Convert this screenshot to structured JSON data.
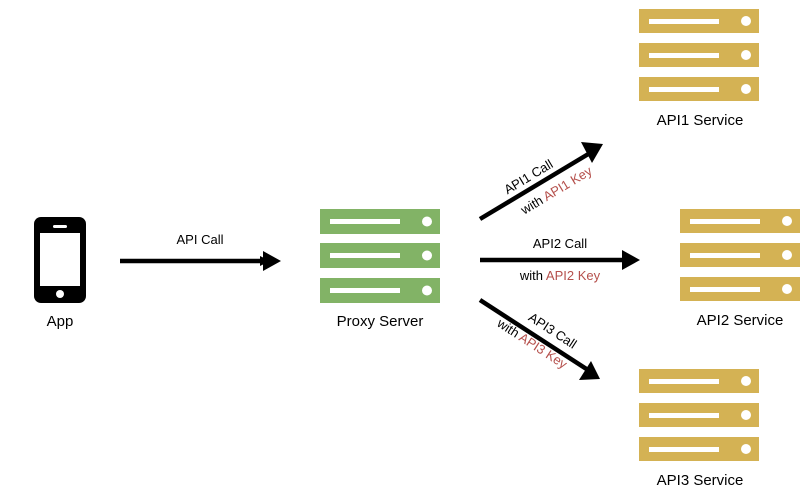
{
  "colors": {
    "proxy": "#82b366",
    "api": "#d4b254",
    "arrow": "#000000",
    "key_text": "#b5504c"
  },
  "nodes": {
    "app": {
      "label": "App",
      "icon": "phone-icon"
    },
    "proxy": {
      "label": "Proxy Server",
      "icon": "server-icon"
    },
    "api1": {
      "label": "API1 Service",
      "icon": "server-icon"
    },
    "api2": {
      "label": "API2 Service",
      "icon": "server-icon"
    },
    "api3": {
      "label": "API3 Service",
      "icon": "server-icon"
    }
  },
  "edges": {
    "app_proxy": {
      "label": "API Call"
    },
    "proxy_api1": {
      "label": "API1 Call",
      "prefix": "with ",
      "key": "API1 Key"
    },
    "proxy_api2": {
      "label": "API2 Call",
      "prefix": "with ",
      "key": "API2 Key"
    },
    "proxy_api3": {
      "label": "API3 Call",
      "prefix": "with ",
      "key": "API3 Key"
    }
  }
}
